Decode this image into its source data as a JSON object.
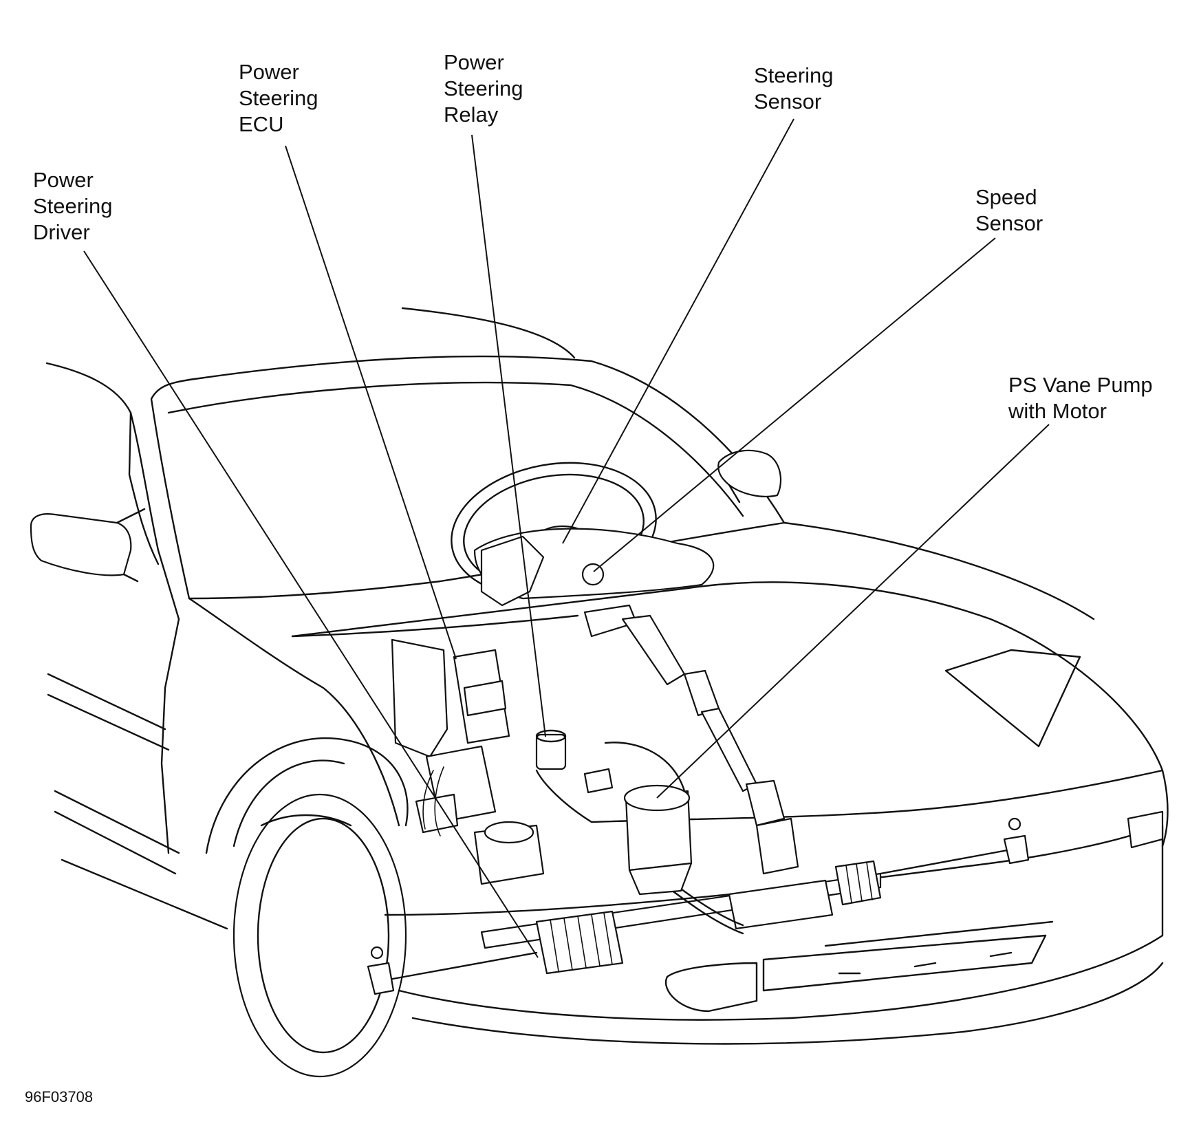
{
  "labels": {
    "power_steering_driver": [
      "Power",
      "Steering",
      "Driver"
    ],
    "power_steering_ecu": [
      "Power",
      "Steering",
      "ECU"
    ],
    "power_steering_relay": [
      "Power",
      "Steering",
      "Relay"
    ],
    "steering_sensor": [
      "Steering",
      "Sensor"
    ],
    "speed_sensor": [
      "Speed",
      "Sensor"
    ],
    "ps_vane_pump": [
      "PS Vane Pump",
      "with Motor"
    ]
  },
  "figure_code": "96F03708",
  "colors": {
    "ink": "#111111",
    "background": "#ffffff"
  }
}
